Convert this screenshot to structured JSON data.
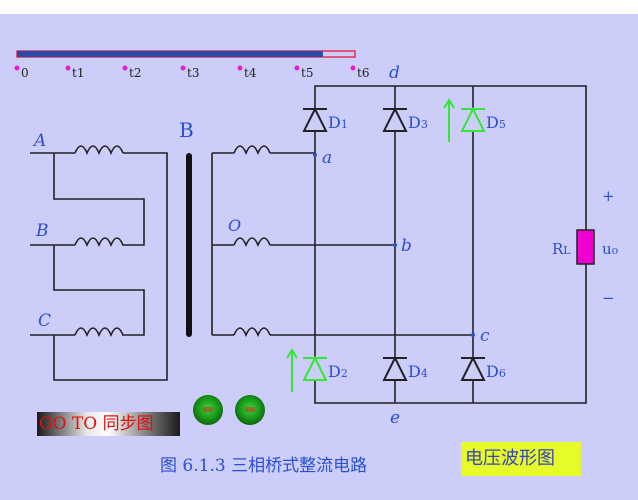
{
  "progress": {
    "fraction": 0.905,
    "fill_color": "#2a4aa8",
    "remaining_color": "#e03050"
  },
  "timeline": {
    "markers": [
      "0",
      "t1",
      "t2",
      "t3",
      "t4",
      "t5",
      "t6"
    ],
    "marker_color": "#e020d0"
  },
  "transformer": {
    "core_label": "B",
    "primary": [
      "A",
      "B",
      "C"
    ],
    "secondary_neutral": "O"
  },
  "nodes": {
    "a": "a",
    "b": "b",
    "c": "c",
    "d": "d",
    "e": "e"
  },
  "diodes": [
    {
      "label": "D1",
      "sub": "1",
      "active": false
    },
    {
      "label": "D3",
      "sub": "3",
      "active": false
    },
    {
      "label": "D5",
      "sub": "5",
      "active": true
    },
    {
      "label": "D2",
      "sub": "2",
      "active": true
    },
    {
      "label": "D4",
      "sub": "4",
      "active": false
    },
    {
      "label": "D6",
      "sub": "6",
      "active": false
    }
  ],
  "load": {
    "label_main": "R",
    "label_sub": "L",
    "output_main": "u",
    "output_sub": "o",
    "plus": "+",
    "minus": "−",
    "color": "#f000d0"
  },
  "active_color": "#33e833",
  "controls": {
    "goto_label": "GO TO 同步图"
  },
  "caption": "图 6.1.3 三相桥式整流电路",
  "waveform_button": "电压波形图"
}
